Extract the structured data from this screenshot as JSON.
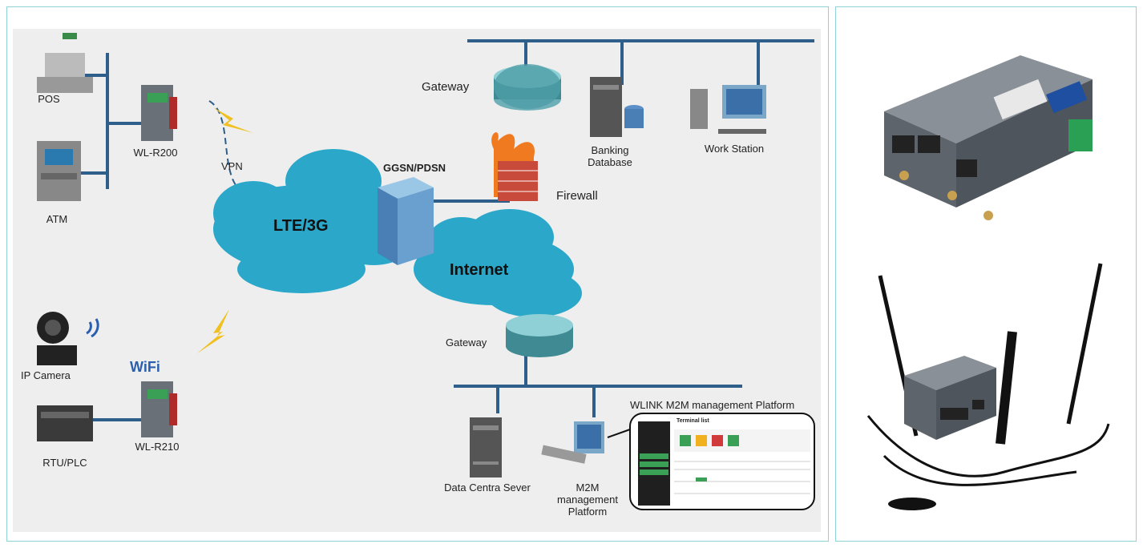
{
  "labels": {
    "pos": "POS",
    "atm": "ATM",
    "wl_r200": "WL-R200",
    "vpn": "VPN",
    "lte": "LTE/3G",
    "ggsn": "GGSN/PDSN",
    "gateway_top": "Gateway",
    "firewall": "Firewall",
    "banking_db": "Banking\nDatabase",
    "work_station": "Work Station",
    "internet": "Internet",
    "gateway_bottom": "Gateway",
    "ip_camera": "IP Camera",
    "wifi": "WiFi",
    "rtu_plc": "RTU/PLC",
    "wl_r210": "WL-R210",
    "data_center": "Data Centra Sever",
    "m2m_platform": "M2M\nmanagement\nPlatform",
    "wlink_title": "WLINK M2M management Platform",
    "screen_title": "Terminal list"
  },
  "colors": {
    "bus_line": "#2e5f8a",
    "panel_border": "#8fd3d6",
    "cloud": "#2aa7c9",
    "router": "#3f8a93",
    "lightning": "#f0c020"
  }
}
